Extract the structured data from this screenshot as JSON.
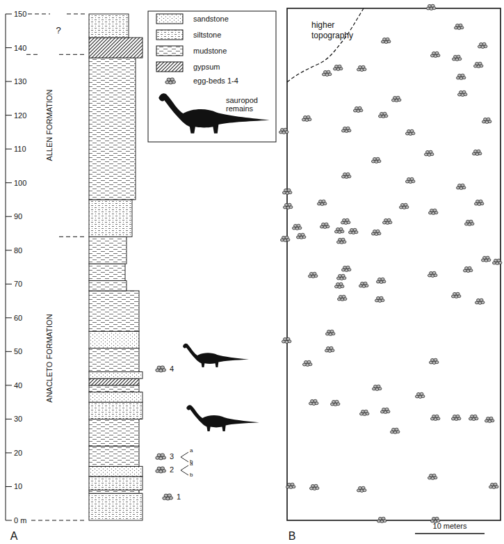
{
  "diagram": {
    "labels": [
      "0 m",
      "10",
      "20",
      "30",
      "40",
      "50",
      "60",
      "70",
      "80",
      "90",
      "100",
      "110",
      "120",
      "130",
      "140",
      "150",
      "ALLEN FORMATION",
      "ANACLETO FORMATION",
      "?",
      "1",
      "2",
      "3",
      "4",
      "a",
      "b",
      "a",
      "b",
      "higher topography",
      "10 meters",
      "A",
      "B"
    ],
    "legend": [
      {
        "text": "sandstone"
      },
      {
        "text": "siltstone"
      },
      {
        "text": "mudstone"
      },
      {
        "text": "gypsum"
      },
      {
        "text": "egg-beds 1-4"
      },
      {
        "text": "sauropod remains"
      }
    ]
  }
}
